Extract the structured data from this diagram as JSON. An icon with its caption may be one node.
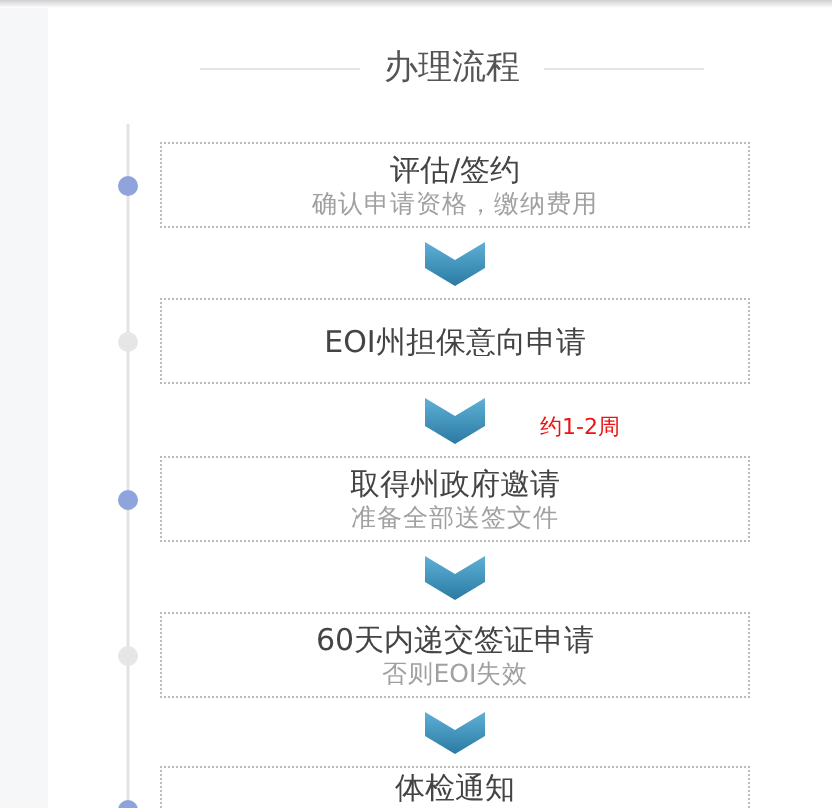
{
  "diagram": {
    "title": "办理流程",
    "nodes": [
      {
        "text": [
          "评估/签约",
          "确认申请资格，缴纳费用"
        ]
      },
      {
        "text": [
          "EOI州担保意向申请"
        ]
      },
      {
        "text": [
          "取得州政府邀请",
          "准备全部送签文件"
        ]
      },
      {
        "text": [
          "60天内递交签证申请",
          "否则EOI失效"
        ]
      },
      {
        "text": [
          "体检通知"
        ]
      }
    ],
    "edges": [
      {
        "from": 0,
        "to": 1,
        "arrow": "to"
      },
      {
        "from": 1,
        "to": 2,
        "arrow": "to",
        "label": "约1-2周"
      },
      {
        "from": 2,
        "to": 3,
        "arrow": "to"
      },
      {
        "from": 3,
        "to": 4,
        "arrow": "to"
      }
    ]
  }
}
